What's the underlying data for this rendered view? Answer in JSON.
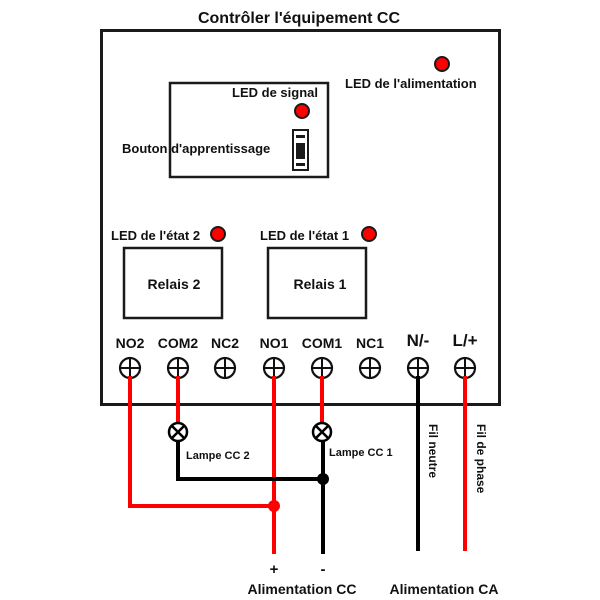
{
  "title": "Contrôler l'équipement CC",
  "labels": {
    "power_led": "LED de l'alimentation",
    "signal_led": "LED de signal",
    "learn_button": "Bouton d'apprentissage",
    "status_led_2": "LED de l'état 2",
    "status_led_1": "LED de l'état 1",
    "relay_2": "Relais 2",
    "relay_1": "Relais 1",
    "lamp_2": "Lampe CC 2",
    "lamp_1": "Lampe CC 1",
    "neutral_wire": "Fil neutre",
    "phase_wire": "Fil de phase",
    "dc_plus": "+",
    "dc_minus": "-",
    "dc_supply": "Alimentation CC",
    "ac_supply": "Alimentation CA"
  },
  "terminals": [
    {
      "id": "no2",
      "label": "NO2"
    },
    {
      "id": "com2",
      "label": "COM2"
    },
    {
      "id": "nc2",
      "label": "NC2"
    },
    {
      "id": "no1",
      "label": "NO1"
    },
    {
      "id": "com1",
      "label": "COM1"
    },
    {
      "id": "nc1",
      "label": "NC1"
    },
    {
      "id": "n",
      "label": "N/-"
    },
    {
      "id": "l",
      "label": "L/+"
    }
  ],
  "colors": {
    "led": "#ff0000",
    "wire_positive": "#ff0000",
    "wire_negative": "#000000",
    "outline": "#1a1a1a"
  }
}
